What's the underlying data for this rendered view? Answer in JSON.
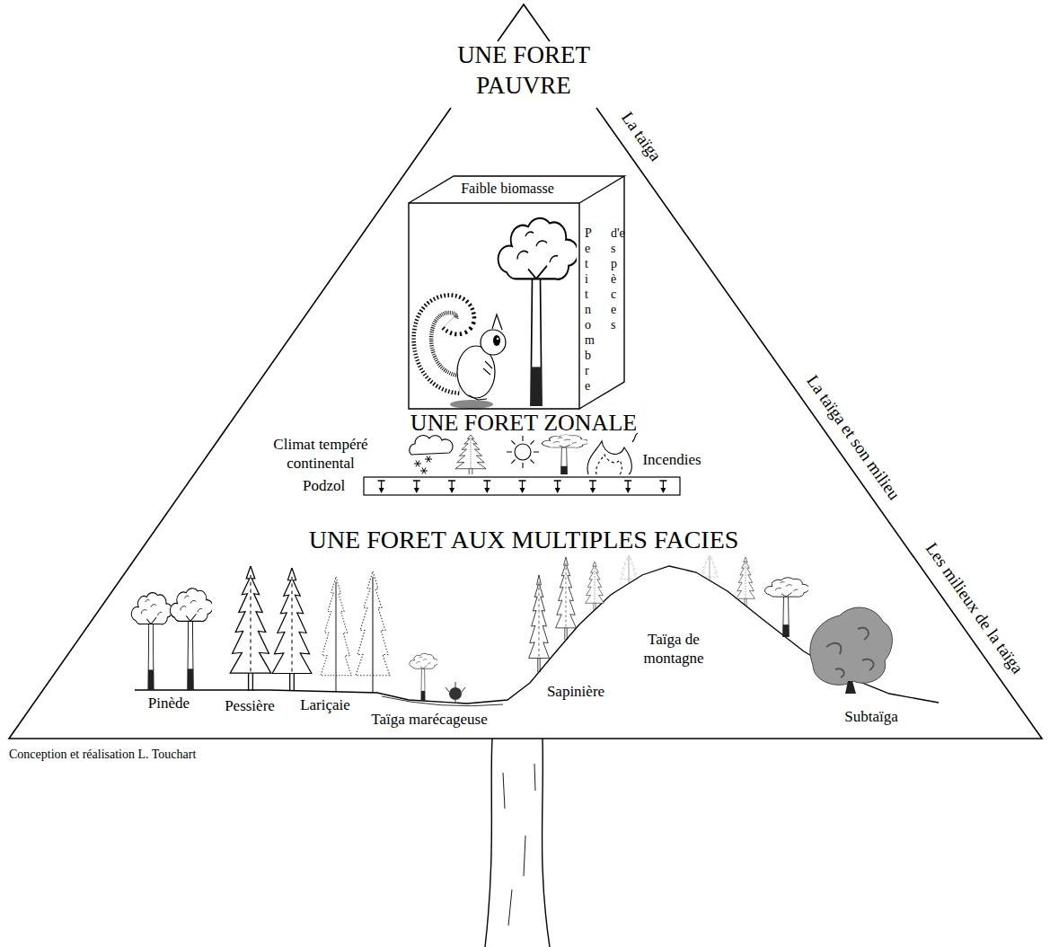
{
  "diagram": {
    "nodes": [
      {
        "text": [
          "Faible biomasse",
          "Petit nombre d'espèces"
        ]
      },
      {
        "text": [
          "Podzol"
        ]
      }
    ],
    "labels": [
      "UNE FORET PAUVRE",
      "UNE FORET ZONALE",
      "Climat tempéré continental",
      "Incendies",
      "UNE FORET AUX MULTIPLES FACIES",
      "Pinède",
      "Pessière",
      "Lariçaie",
      "Taïga marécageuse",
      "Sapinière",
      "Taïga de montagne",
      "Subtaïga",
      "La taïga",
      "La taïga et son milieu",
      "Les milieux de la taïga",
      "Conception et réalisation L. Touchart"
    ]
  }
}
